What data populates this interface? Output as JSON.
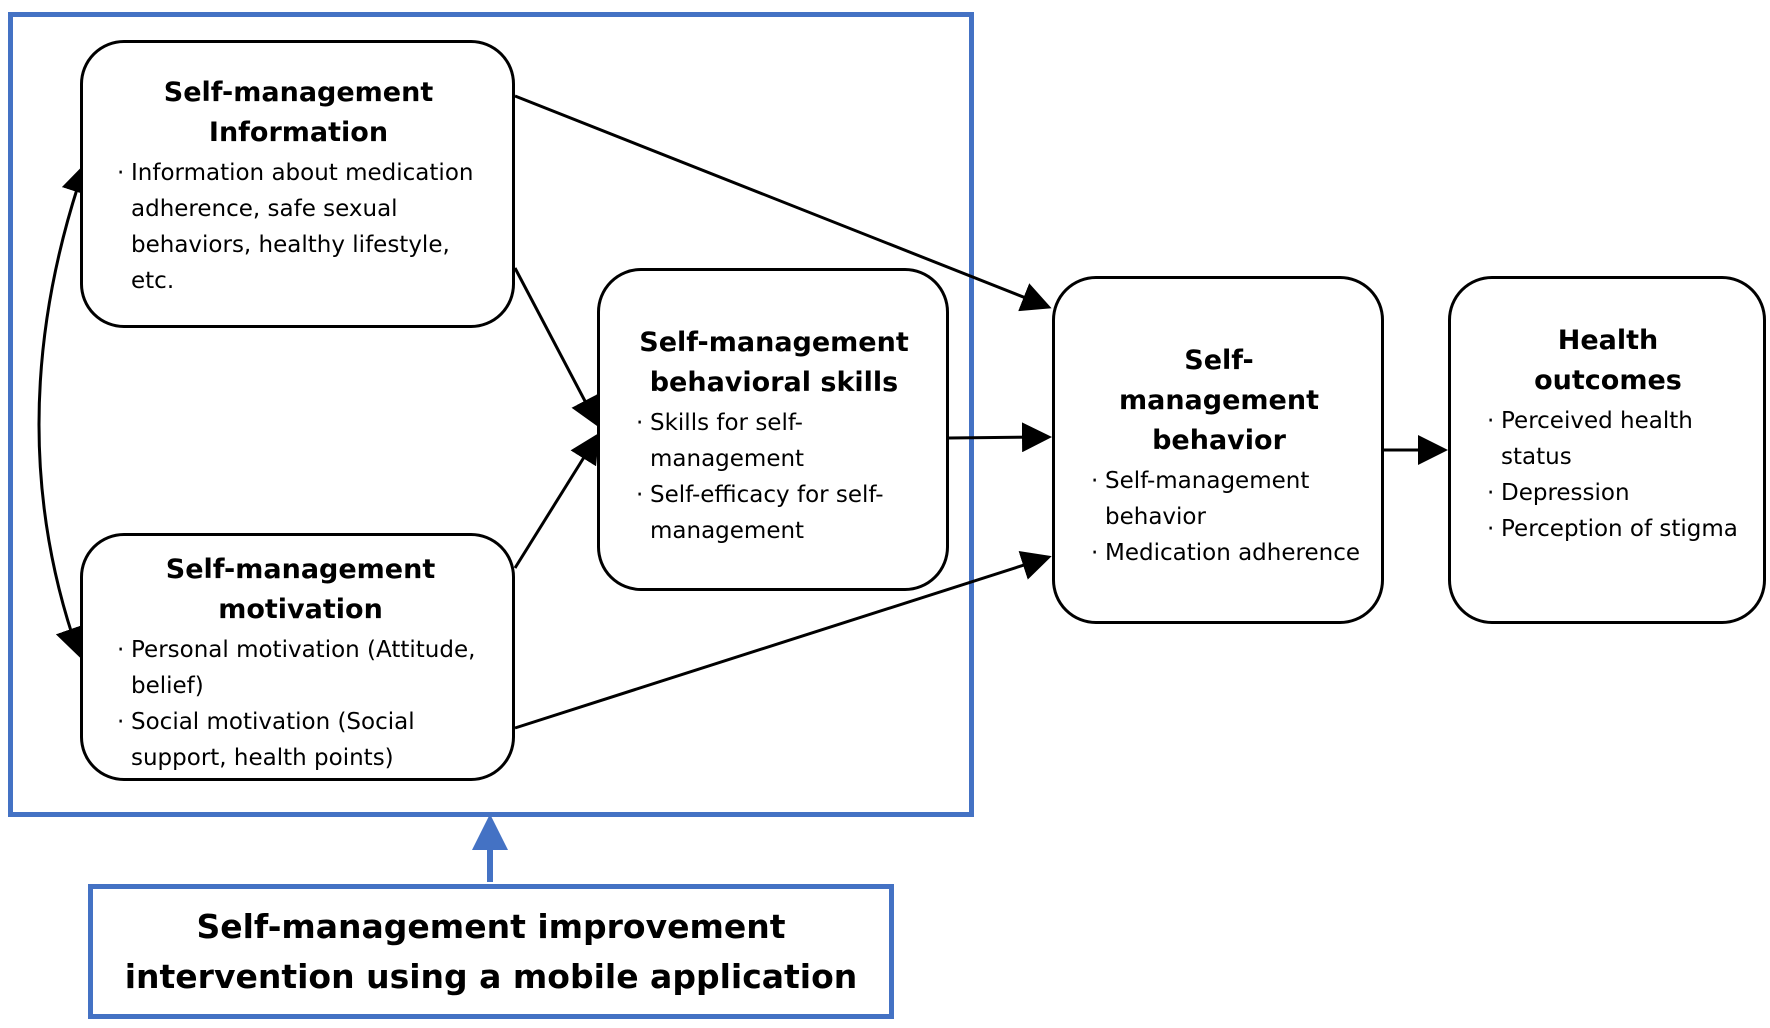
{
  "nodes": {
    "information": {
      "title": "Self-management Information",
      "items": [
        "Information about medication adherence, safe sexual behaviors, healthy lifestyle, etc."
      ]
    },
    "motivation": {
      "title": "Self-management motivation",
      "items": [
        "Personal motivation (Attitude, belief)",
        "Social motivation (Social support, health points)"
      ]
    },
    "skills": {
      "title": "Self-management behavioral skills",
      "items": [
        "Skills for self-management",
        "Self-efficacy for self-management"
      ]
    },
    "behavior": {
      "title": "Self-management behavior",
      "items": [
        "Self-management behavior",
        "Medication adherence"
      ]
    },
    "outcomes": {
      "title": "Health outcomes",
      "items": [
        "Perceived health status",
        "Depression",
        "Perception of stigma"
      ]
    }
  },
  "intervention": {
    "label": "Self-management improvement intervention using a mobile application"
  },
  "colors": {
    "frame": "#4472C4",
    "stroke": "#000000"
  }
}
